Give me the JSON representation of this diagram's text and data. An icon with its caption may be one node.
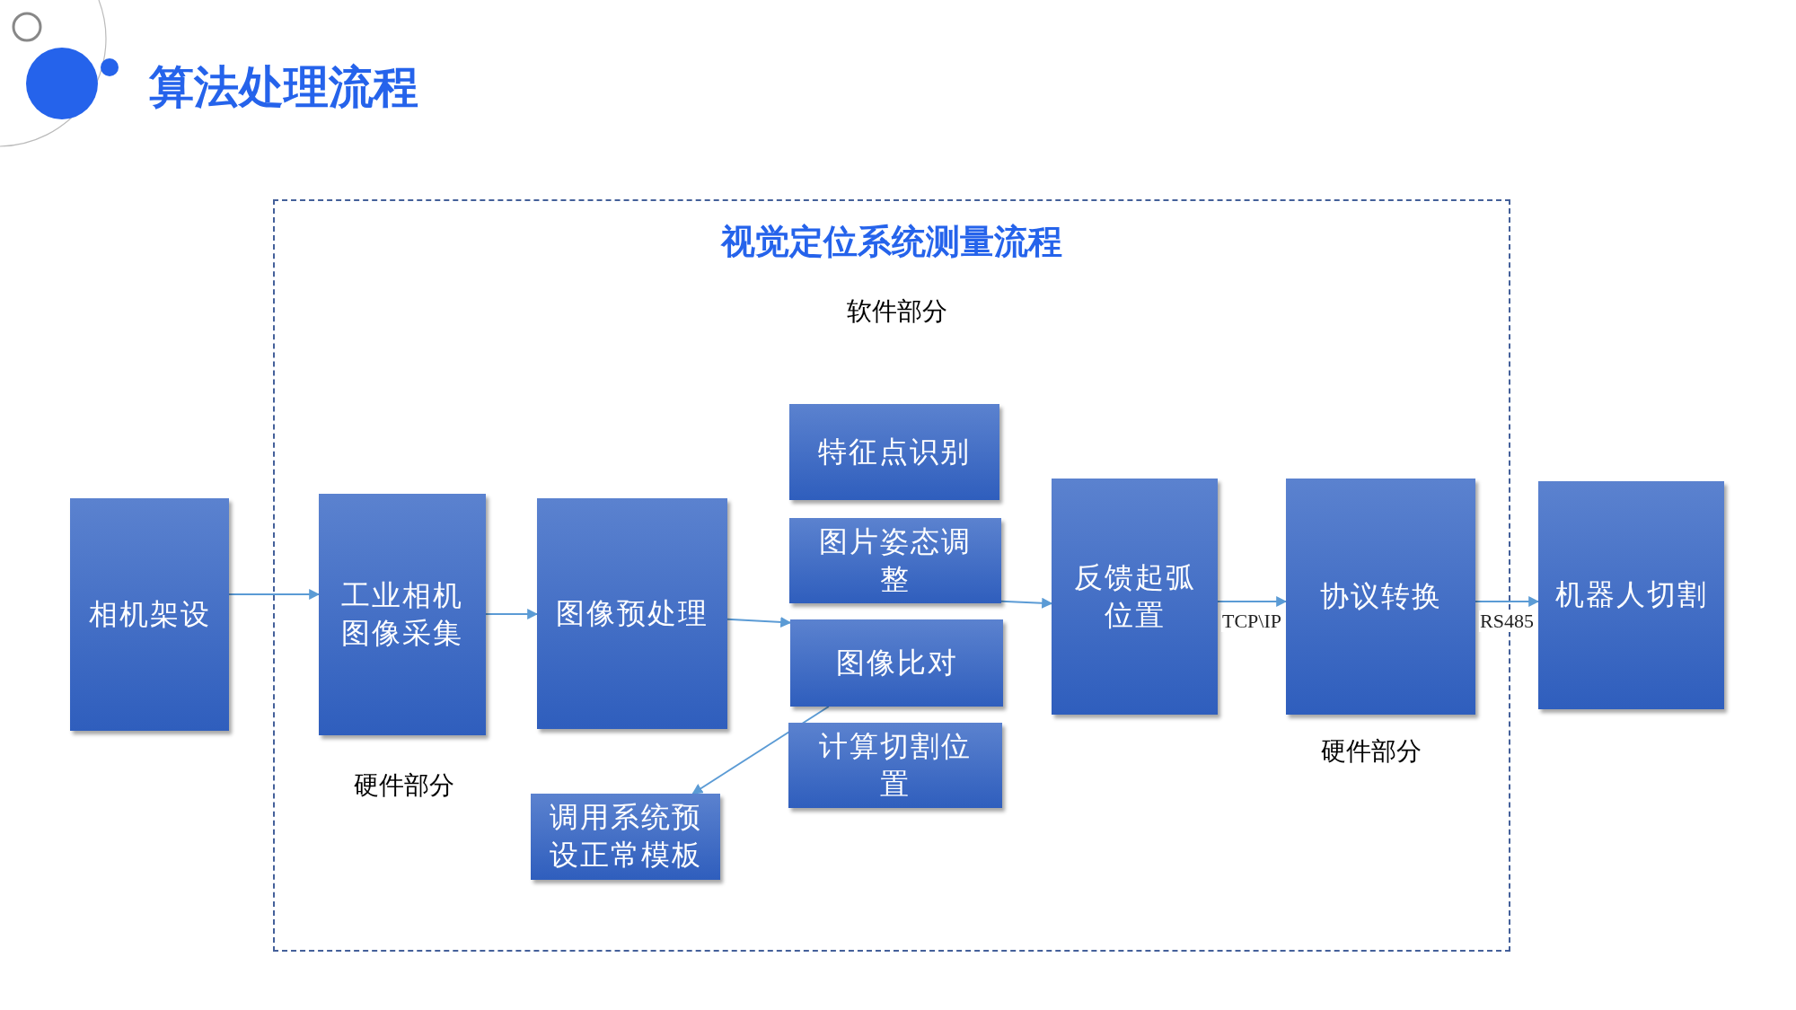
{
  "diagram": {
    "title": "算法处理流程",
    "nodes": [
      {
        "text": [
          "视觉定位系统测量流程"
        ]
      },
      {
        "text": [
          "相机架设"
        ]
      },
      {
        "text": [
          "工业相机图像采集"
        ],
        "in": 0
      },
      {
        "text": [
          "图像预处理"
        ],
        "in": 0
      },
      {
        "text": [
          "特征点识别"
        ],
        "in": 0
      },
      {
        "text": [
          "图片姿态调整"
        ],
        "in": 0
      },
      {
        "text": [
          "图像比对"
        ],
        "in": 0
      },
      {
        "text": [
          "计算切割位置"
        ],
        "in": 0
      },
      {
        "text": [
          "调用系统预设正常模板"
        ],
        "in": 0
      },
      {
        "text": [
          "反馈起弧位置"
        ],
        "in": 0
      },
      {
        "text": [
          "协议转换"
        ],
        "in": 0
      },
      {
        "text": [
          "机器人切割"
        ]
      }
    ],
    "edges": [
      {
        "from": 1,
        "to": 2,
        "arrow": "to"
      },
      {
        "from": 2,
        "to": 3,
        "arrow": "to"
      },
      {
        "from": 3,
        "to": 6,
        "arrow": "to"
      },
      {
        "from": 6,
        "to": 8,
        "arrow": "to"
      },
      {
        "from": 5,
        "to": 9,
        "arrow": "to"
      },
      {
        "from": 9,
        "to": 10,
        "arrow": "to",
        "label": "TCP\\IP"
      },
      {
        "from": 10,
        "to": 11,
        "arrow": "to",
        "label": "RS485"
      }
    ],
    "labels": [
      "软件部分",
      "硬件部分",
      "硬件部分"
    ]
  }
}
